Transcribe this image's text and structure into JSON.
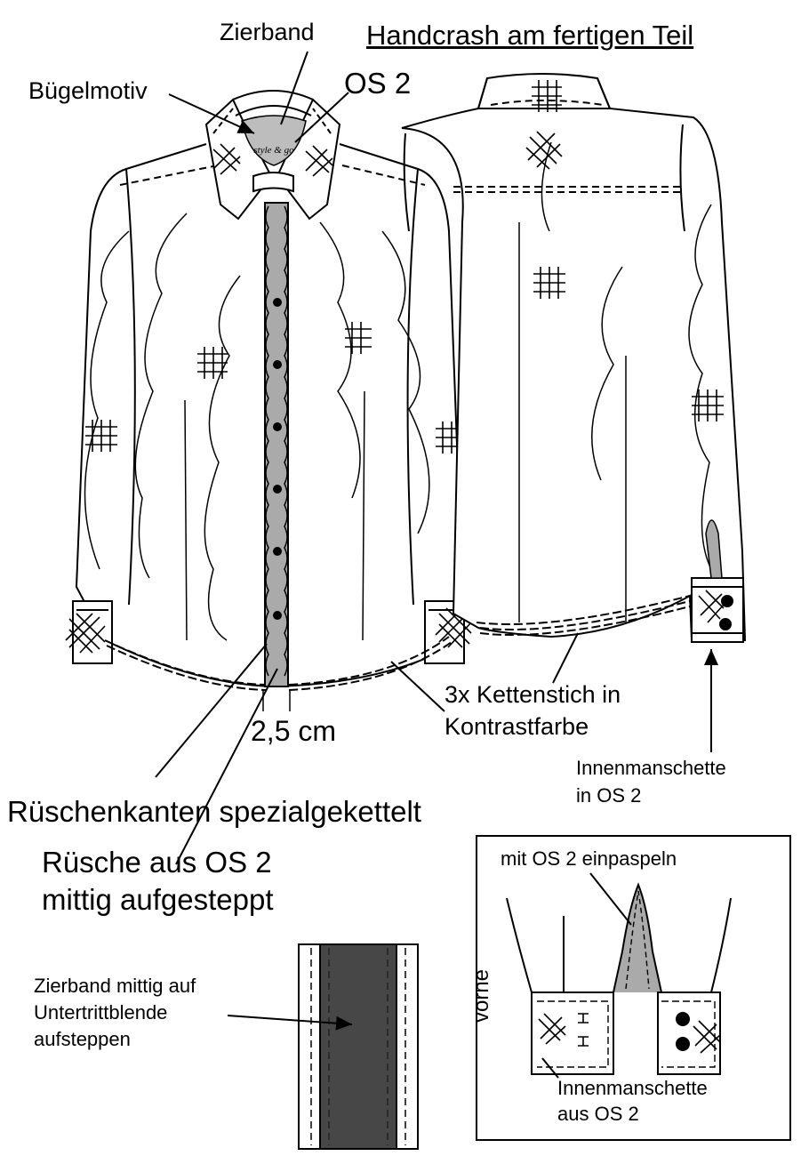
{
  "title": "Handcrash am fertigen Teil",
  "labels": {
    "zierband": "Zierband",
    "buegelmotiv": "Bügelmotiv",
    "os2": "OS 2",
    "logo": "style & go",
    "width": "2,5 cm",
    "kettenstich_line1": "3x Kettenstich in",
    "kettenstich_line2": "Kontrastfarbe",
    "innenmanschette_line1": "Innenmanschette",
    "innenmanschette_line2": "in OS 2",
    "rueschenkanten": "Rüschenkanten spezialgekettelt",
    "ruesche_line1": "Rüsche aus OS 2",
    "ruesche_line2": "mittig aufgesteppt",
    "einpaspeln": "mit OS 2 einpaspeln",
    "zierband_detail_line1": "Zierband mittig auf",
    "zierband_detail_line2": "Untertrittblende",
    "zierband_detail_line3": "aufsteppen",
    "vorne": "vorne",
    "innenmanschette_aus_line1": "Innenmanschette",
    "innenmanschette_aus_line2": "aus OS 2"
  },
  "colors": {
    "ruffle": "#aaaaaa",
    "tape": "#474747",
    "line": "#000000"
  }
}
